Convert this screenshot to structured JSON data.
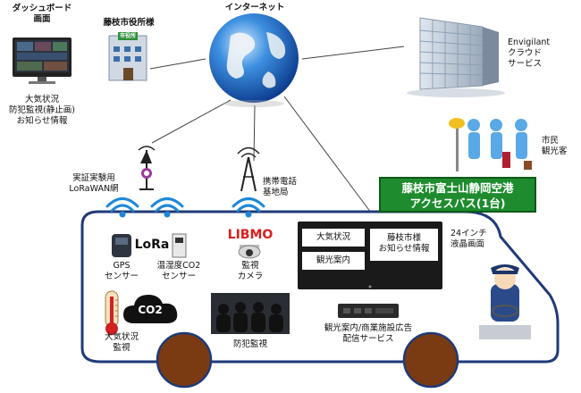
{
  "internet": {
    "label": "インターネット"
  },
  "dashboard": {
    "title_lines": [
      "ダッシュボード",
      "画面"
    ],
    "desc_lines": [
      "大気状況",
      "防犯監視(静止画)",
      "お知らせ情報"
    ]
  },
  "city_office": {
    "label": "藤枝市役所様",
    "sign": "市役所"
  },
  "cloud": {
    "lines": [
      "Envigilant",
      "クラウド",
      "サービス"
    ]
  },
  "citizens": {
    "lines": [
      "市民",
      "観光客"
    ]
  },
  "bus_banner": {
    "lines": [
      "藤枝市富士山静岡空港",
      "アクセスバス(1台)"
    ],
    "color": "#1e8c2e"
  },
  "lorawan": {
    "lines": [
      "実証実験用",
      "LoRaWAN網"
    ]
  },
  "cell": {
    "lines": [
      "携帯電話",
      "基地局"
    ]
  },
  "gps": {
    "lines": [
      "GPS",
      "センサー"
    ]
  },
  "temp_sensor": {
    "lines": [
      "温湿度CO2",
      "センサー"
    ],
    "lora_logo": "LoRa"
  },
  "camera": {
    "brand": "LIBMO",
    "lines": [
      "監視",
      "カメラ"
    ]
  },
  "lcd": {
    "items": [
      "大気状況",
      "観光案内",
      "藤枝市様",
      "お知らせ情報"
    ],
    "size_lines": [
      "24インチ",
      "液晶画面"
    ]
  },
  "air": {
    "co2": "CO2",
    "lines": [
      "大気状況",
      "監視"
    ]
  },
  "security": {
    "label": "防犯監視"
  },
  "signage": {
    "lines": [
      "観光案内/商業施設広告",
      "配信サービス"
    ]
  },
  "colors": {
    "bus_outline": "#1f3a78",
    "wheel": "#7a3a12",
    "wifi": "#1e88d8",
    "libmo_red": "#d81e1e"
  }
}
